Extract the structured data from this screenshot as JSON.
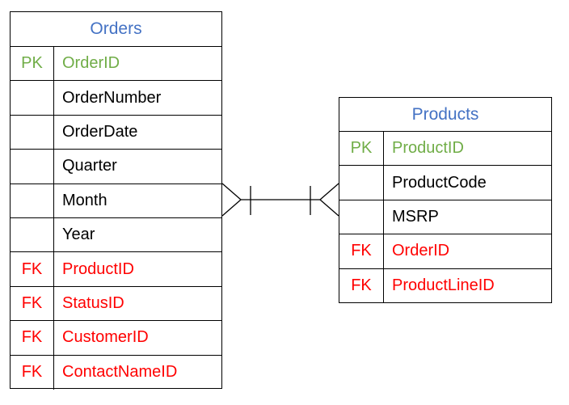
{
  "orders": {
    "title": "Orders",
    "rows": [
      {
        "key": "PK",
        "name": "OrderID",
        "type": "pk"
      },
      {
        "key": "",
        "name": "OrderNumber",
        "type": "normal"
      },
      {
        "key": "",
        "name": "OrderDate",
        "type": "normal"
      },
      {
        "key": "",
        "name": "Quarter",
        "type": "normal"
      },
      {
        "key": "",
        "name": "Month",
        "type": "normal"
      },
      {
        "key": "",
        "name": "Year",
        "type": "normal"
      },
      {
        "key": "FK",
        "name": "ProductID",
        "type": "fk"
      },
      {
        "key": "FK",
        "name": "StatusID",
        "type": "fk"
      },
      {
        "key": "FK",
        "name": "CustomerID",
        "type": "fk"
      },
      {
        "key": "FK",
        "name": "ContactNameID",
        "type": "fk"
      }
    ]
  },
  "products": {
    "title": "Products",
    "rows": [
      {
        "key": "PK",
        "name": "ProductID",
        "type": "pk"
      },
      {
        "key": "",
        "name": "ProductCode",
        "type": "normal"
      },
      {
        "key": "",
        "name": "MSRP",
        "type": "normal"
      },
      {
        "key": "FK",
        "name": "OrderID",
        "type": "fk"
      },
      {
        "key": "FK",
        "name": "ProductLineID",
        "type": "fk"
      }
    ]
  },
  "colors": {
    "title": "#4472C4",
    "pk": "#70AD47",
    "fk": "#FF0000",
    "border": "#000000"
  },
  "relationship": {
    "orders_end": "many-and-one",
    "products_end": "many-and-one"
  }
}
